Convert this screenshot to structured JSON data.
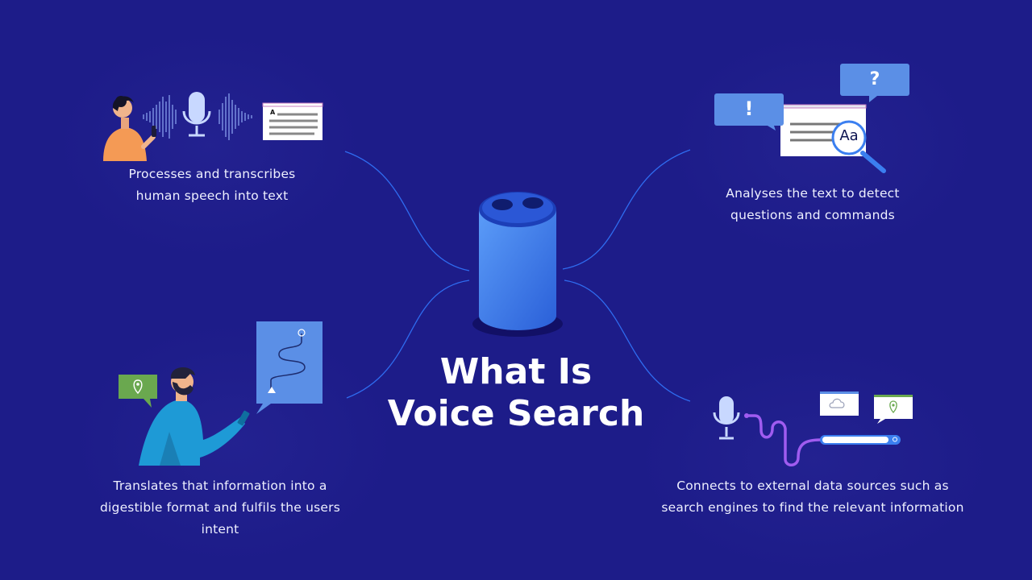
{
  "title": {
    "line1": "What Is",
    "line2": "Voice Search"
  },
  "steps": [
    {
      "lines": [
        "Processes and transcribes",
        "human speech into text"
      ]
    },
    {
      "lines": [
        "Analyses the text to detect",
        "questions and commands"
      ]
    },
    {
      "lines": [
        "Translates that information into a",
        "digestible format and fulfils the users",
        "intent"
      ]
    },
    {
      "lines": [
        "Connects to external data sources such as",
        "search engines to find the relevant information"
      ]
    }
  ],
  "bubbles": {
    "exclaim": "!",
    "question": "?",
    "magnifier": "Aa",
    "doc_letter": "A"
  },
  "colors": {
    "background": "#1d1c89",
    "connector": "#2f6cf0",
    "speaker": "#3b7ff0",
    "accent_purple": "#a05cf0",
    "accent_green": "#6aa84f"
  }
}
